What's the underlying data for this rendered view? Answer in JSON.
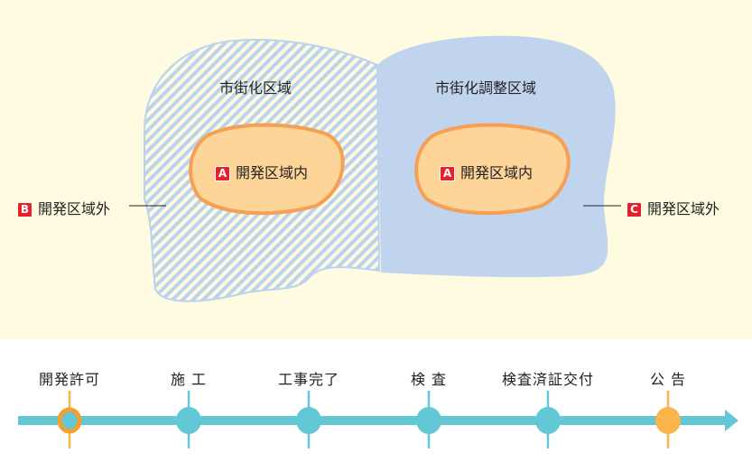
{
  "zones": {
    "urbanization": "市街化区域",
    "urbanization_control": "市街化調整区域",
    "inside_a_left": {
      "badge": "A",
      "label": "開発区域内"
    },
    "inside_a_right": {
      "badge": "A",
      "label": "開発区域内"
    },
    "outside_b": {
      "badge": "B",
      "label": "開発区域外"
    },
    "outside_c": {
      "badge": "C",
      "label": "開発区域外"
    }
  },
  "timeline": {
    "steps": [
      "開発許可",
      "施 工",
      "工事完了",
      "検 査",
      "検査済証交付",
      "公 告"
    ],
    "current_step": "開発許可",
    "colors": {
      "line": "#62c8d6",
      "start": "#f5a02a",
      "end": "#fbb54c"
    }
  }
}
